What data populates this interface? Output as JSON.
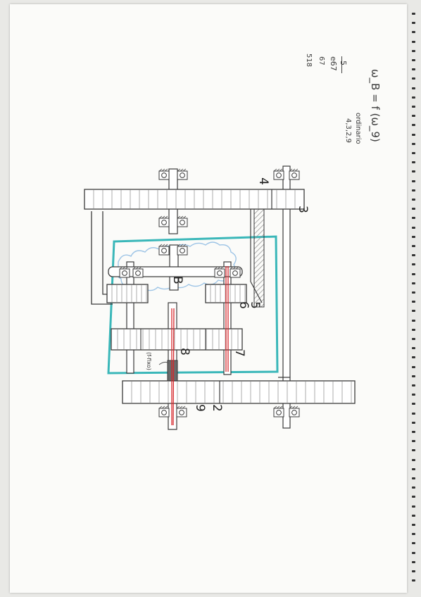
{
  "notes": {
    "equation": "ω_B = f (ω_9)",
    "ordinary_word": "ordinario",
    "ordinary_list": "4,3,2,9",
    "fraction_top": "5",
    "fraction_bottom": "e67",
    "item_67": "67",
    "item_518": "518"
  },
  "labels": {
    "n4": "4",
    "n3": "3",
    "nB": "B",
    "n5": "5",
    "n6": "6",
    "n7": "7",
    "n8": "8",
    "n2": "2",
    "n9": "9",
    "small_note": "(f-fixo)"
  },
  "colors": {
    "outline": "#3a3a3a",
    "gear_fill": "#fdfdfd",
    "hatch": "#9a9a9a",
    "cyan": "#3ab7b9",
    "red": "#d6272b",
    "cloud": "#9dc4e6"
  }
}
